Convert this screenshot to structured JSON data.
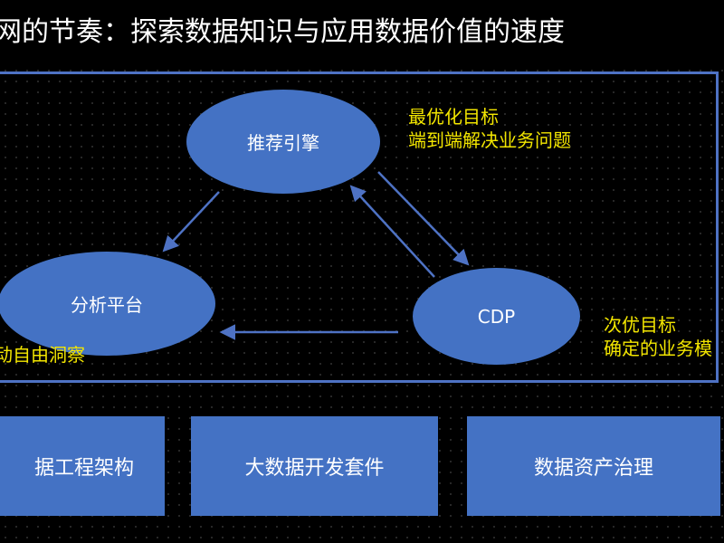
{
  "title": "网的节奏：探索数据知识与应用数据价值的速度",
  "diagram": {
    "nodes": {
      "recommend": "推荐引擎",
      "analysis": "分析平台",
      "cdp": "CDP"
    },
    "notes": {
      "recommend": [
        "最优化目标",
        "端到端解决业务问题"
      ],
      "analysis": "动自由洞察",
      "cdp": [
        "次优目标",
        "确定的业务模"
      ]
    }
  },
  "foundation": [
    "据工程架构",
    "大数据开发套件",
    "数据资产治理"
  ],
  "colors": {
    "background": "#000000",
    "node_fill": "#4472c4",
    "frame_border": "#4e72c4",
    "note_text": "#f3e600",
    "arrow": "#4e72c4"
  }
}
